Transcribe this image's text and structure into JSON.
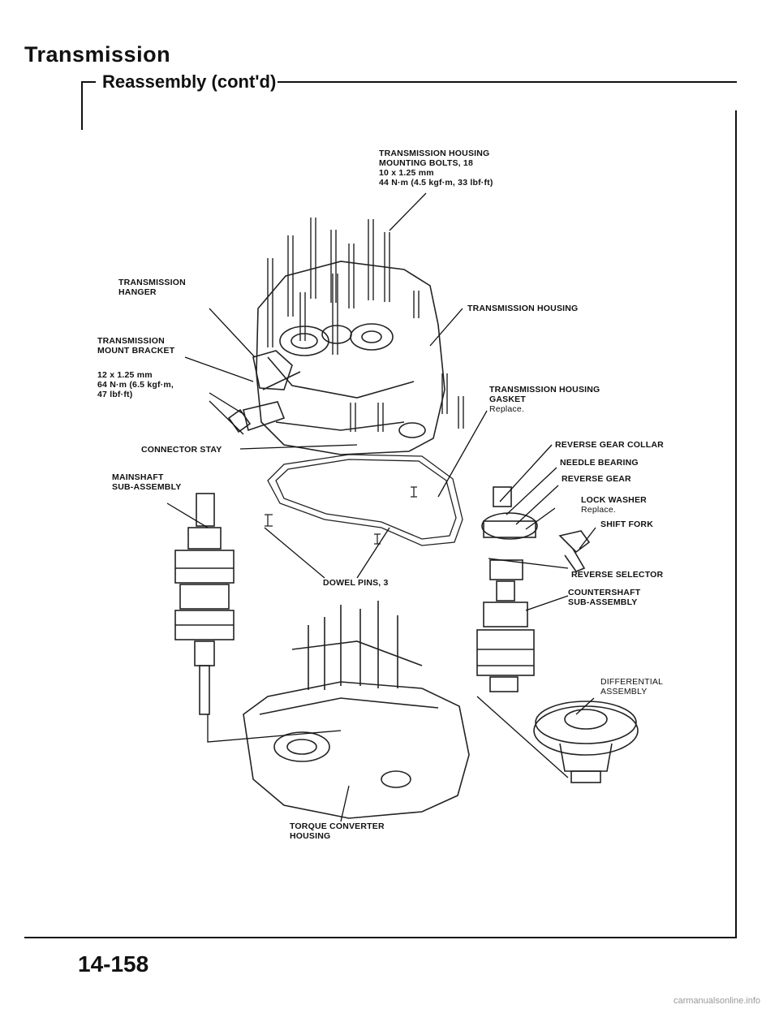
{
  "header": {
    "title": "Transmission",
    "subtitle": "Reassembly (cont'd)"
  },
  "labels": {
    "housing_bolts": "TRANSMISSION HOUSING\nMOUNTING BOLTS, 18\n10 x 1.25 mm\n44 N·m (4.5 kgf·m, 33 lbf·ft)",
    "hanger": "TRANSMISSION\nHANGER",
    "housing": "TRANSMISSION HOUSING",
    "mount_bracket": "TRANSMISSION\nMOUNT BRACKET",
    "bracket_torque": "12 x 1.25 mm\n64 N·m (6.5 kgf·m,\n47 lbf·ft)",
    "gasket": "TRANSMISSION HOUSING\nGASKET",
    "gasket_note": "Replace.",
    "connector_stay": "CONNECTOR STAY",
    "reverse_gear_collar": "REVERSE GEAR COLLAR",
    "needle_bearing": "NEEDLE BEARING",
    "reverse_gear": "REVERSE GEAR",
    "mainshaft": "MAINSHAFT\nSUB-ASSEMBLY",
    "lock_washer": "LOCK WASHER",
    "lock_washer_note": "Replace.",
    "shift_fork": "SHIFT FORK",
    "reverse_selector": "REVERSE SELECTOR",
    "dowel_pins": "DOWEL PINS, 3",
    "countershaft": "COUNTERSHAFT\nSUB-ASSEMBLY",
    "differential": "DIFFERENTIAL\nASSEMBLY",
    "converter_housing": "TORQUE CONVERTER\nHOUSING"
  },
  "footer": {
    "page_number": "14-158",
    "watermark": "carmanualsonline.info"
  }
}
